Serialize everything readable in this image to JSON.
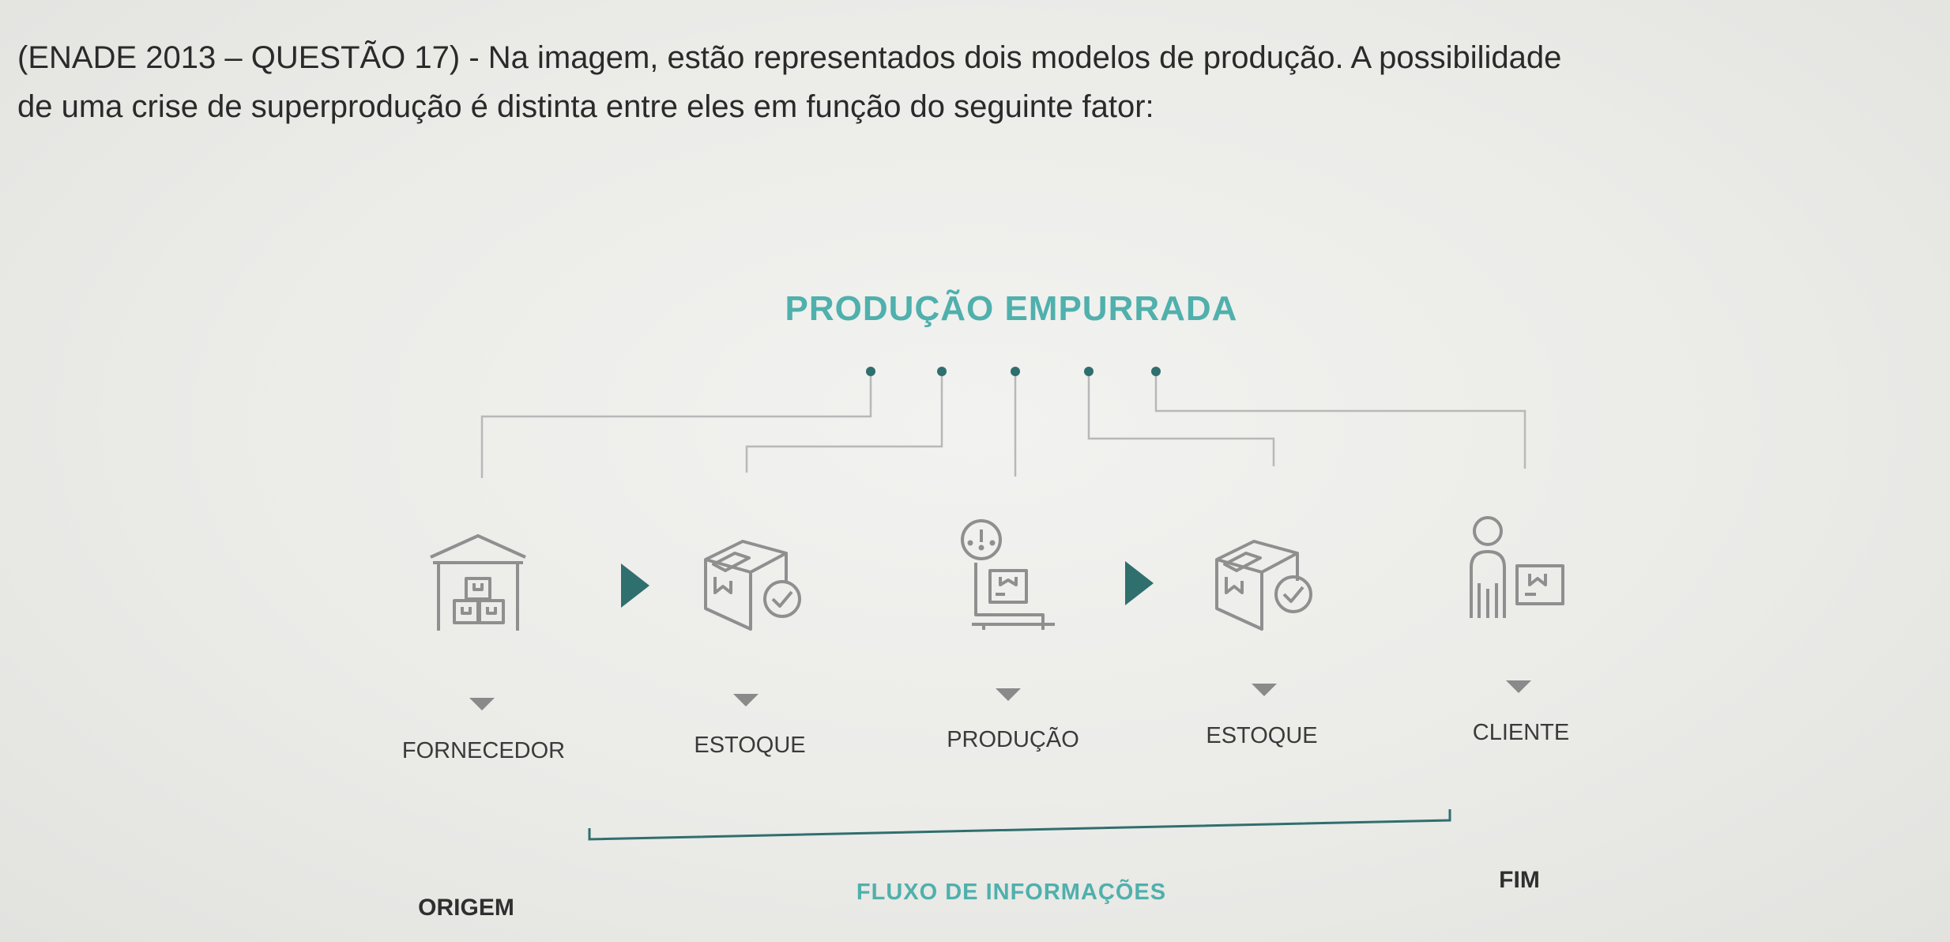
{
  "question": {
    "line1": "(ENADE 2013 – QUESTÃO 17) - Na imagem, estão representados dois modelos de produção. A possibilidade",
    "line2": "de uma crise de superprodução é distinta entre eles em função do seguinte fator:"
  },
  "diagram": {
    "title": "PRODUÇÃO EMPURRADA",
    "stages": [
      {
        "label": "FORNECEDOR",
        "icon": "warehouse-icon"
      },
      {
        "label": "ESTOQUE",
        "icon": "box-check-icon"
      },
      {
        "label": "PRODUÇÃO",
        "icon": "production-scale-icon"
      },
      {
        "label": "ESTOQUE",
        "icon": "box-check-icon"
      },
      {
        "label": "CLIENTE",
        "icon": "customer-icon"
      }
    ],
    "flow_label": "FLUXO DE INFORMAÇÕES",
    "origin_label": "ORIGEM",
    "end_label": "FIM",
    "colors": {
      "accent": "#4fb0ac",
      "dark_teal": "#2f6f6e",
      "icon_gray": "#8f8f8f",
      "connector": "#b8b8b8"
    }
  }
}
